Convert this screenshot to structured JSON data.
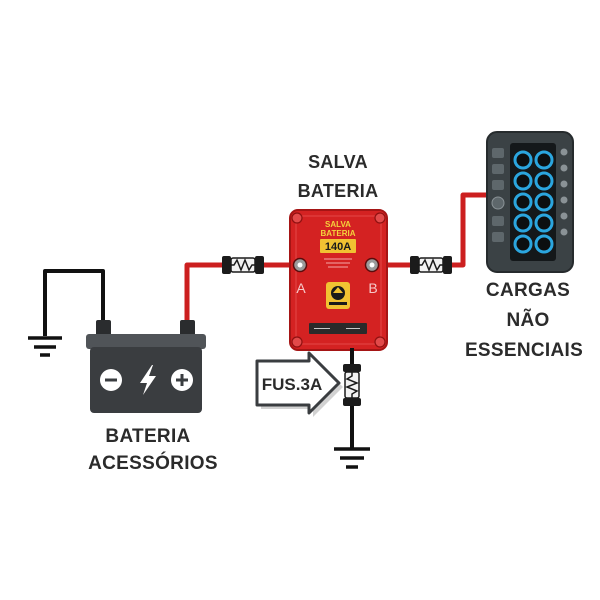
{
  "title": {
    "line1": "SALVA",
    "line2": "BATERIA"
  },
  "device": {
    "label_line1": "SALVA",
    "label_line2": "BATERIA",
    "rating": "140A",
    "terminal_a": "A",
    "terminal_b": "B"
  },
  "battery": {
    "label_line1": "BATERIA",
    "label_line2": "ACESSÓRIOS",
    "icons": [
      "minus-icon",
      "lightning-bolt-icon",
      "plus-icon"
    ]
  },
  "loads": {
    "label_line1": "CARGAS",
    "label_line2": "NÃO",
    "label_line3": "ESSENCIAIS",
    "icon": "switch-panel-icon"
  },
  "fuse": {
    "label": "FUS.3A",
    "icons": [
      "inline-fuse-icon",
      "ground-icon",
      "arrow-icon"
    ]
  },
  "colors": {
    "wire_positive": "#cc1f1f",
    "wire_ground": "#111111",
    "device_body": "#d42222",
    "device_label": "#f4d23c",
    "panel_body": "#3b4245",
    "switch_accent": "#2ba6df",
    "battery_body": "#3a3d40",
    "text": "#2b2b2b"
  }
}
